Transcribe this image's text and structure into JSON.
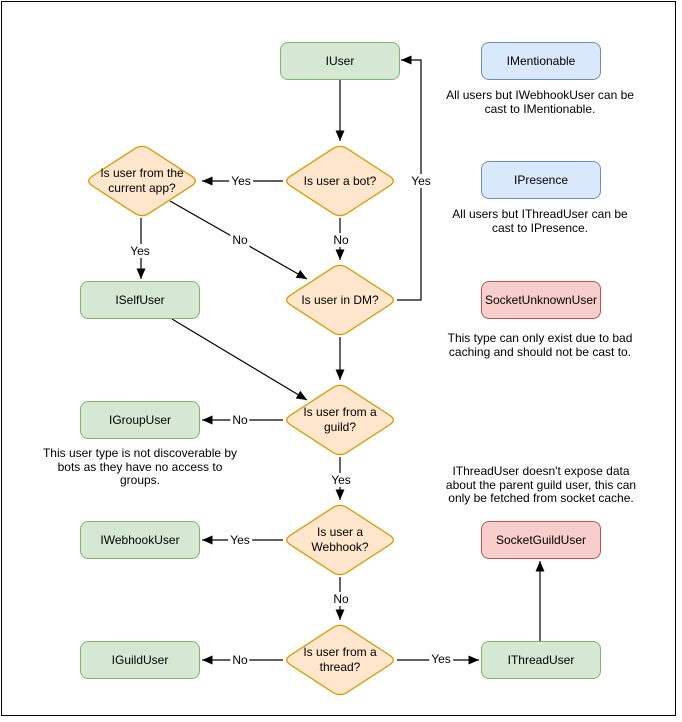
{
  "diagram": {
    "background": "#ffffff",
    "border_color": "#000000",
    "colors": {
      "green_fill": "#d5e8d4",
      "green_stroke": "#82b366",
      "blue_fill": "#dae8fc",
      "blue_stroke": "#6c8ebf",
      "red_fill": "#f8cecc",
      "red_stroke": "#b85450",
      "orange_fill": "#ffe6cc",
      "orange_stroke": "#d79b00",
      "line": "#000000"
    },
    "nodes": {
      "iuser": {
        "label": "IUser"
      },
      "imentionable": {
        "label": "IMentionable"
      },
      "ipresence": {
        "label": "IPresence"
      },
      "socketunknownuser": {
        "label": "SocketUnknownUser"
      },
      "iselfuser": {
        "label": "ISelfUser"
      },
      "igroupuser": {
        "label": "IGroupUser"
      },
      "iwebhookuser": {
        "label": "IWebhookUser"
      },
      "iguilduser": {
        "label": "IGuildUser"
      },
      "socketguilduser": {
        "label": "SocketGuildUser"
      },
      "ithreaduser": {
        "label": "IThreadUser"
      }
    },
    "decisions": {
      "is_bot": {
        "label": "Is user a bot?"
      },
      "is_current_app": {
        "label": "Is user from the\ncurrent app?"
      },
      "is_dm": {
        "label": "Is user in DM?"
      },
      "is_guild": {
        "label": "Is user from a\nguild?"
      },
      "is_webhook": {
        "label": "Is user a\nWebhook?"
      },
      "is_thread": {
        "label": "Is user from a\nthread?"
      }
    },
    "edge_labels": {
      "bot_yes": "Yes",
      "bot_no": "No",
      "current_app_yes": "Yes",
      "current_app_no": "No",
      "dm_yes": "Yes",
      "guild_yes": "Yes",
      "guild_no": "No",
      "webhook_yes": "Yes",
      "webhook_no": "No",
      "thread_yes": "Yes",
      "thread_no": "No"
    },
    "captions": {
      "mentionable": "All users but IWebhookUser can be\ncast to IMentionable.",
      "presence": "All users but IThreadUser can be\ncast to IPresence.",
      "unknown": "This type can only exist due to bad\ncaching and should not be cast to.",
      "group": "This user type is not discoverable by\nbots as they have no access to\ngroups.",
      "thread": "IThreadUser doesn't expose data\nabout the parent guild user, this can\nonly be fetched from socket cache."
    }
  }
}
